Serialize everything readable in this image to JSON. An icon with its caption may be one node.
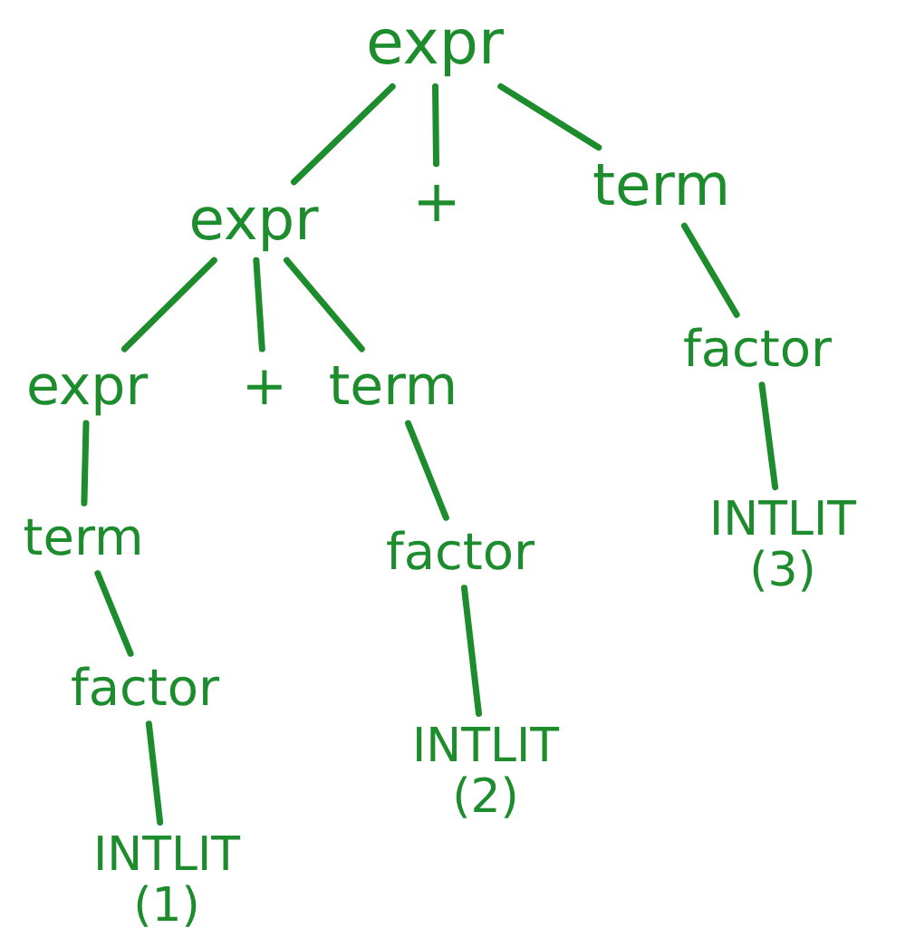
{
  "diagram": {
    "nodes": [
      {
        "text": [
          "expr"
        ]
      },
      {
        "text": [
          "expr"
        ]
      },
      {
        "text": [
          "+"
        ]
      },
      {
        "text": [
          "term"
        ]
      },
      {
        "text": [
          "expr"
        ]
      },
      {
        "text": [
          "+"
        ]
      },
      {
        "text": [
          "term"
        ]
      },
      {
        "text": [
          "factor"
        ]
      },
      {
        "text": [
          "term"
        ]
      },
      {
        "text": [
          "factor"
        ]
      },
      {
        "text": [
          "INTLIT",
          "(3)"
        ]
      },
      {
        "text": [
          "factor"
        ]
      },
      {
        "text": [
          "INTLIT",
          "(2)"
        ]
      },
      {
        "text": [
          "INTLIT",
          "(1)"
        ]
      }
    ],
    "edges": [
      {
        "from": 0,
        "to": 1,
        "arrow": "none"
      },
      {
        "from": 0,
        "to": 2,
        "arrow": "none"
      },
      {
        "from": 0,
        "to": 3,
        "arrow": "none"
      },
      {
        "from": 1,
        "to": 4,
        "arrow": "none"
      },
      {
        "from": 1,
        "to": 5,
        "arrow": "none"
      },
      {
        "from": 1,
        "to": 6,
        "arrow": "none"
      },
      {
        "from": 3,
        "to": 7,
        "arrow": "none"
      },
      {
        "from": 4,
        "to": 8,
        "arrow": "none"
      },
      {
        "from": 6,
        "to": 9,
        "arrow": "none"
      },
      {
        "from": 7,
        "to": 10,
        "arrow": "none"
      },
      {
        "from": 8,
        "to": 11,
        "arrow": "none"
      },
      {
        "from": 9,
        "to": 12,
        "arrow": "none"
      },
      {
        "from": 11,
        "to": 13,
        "arrow": "none"
      }
    ]
  }
}
